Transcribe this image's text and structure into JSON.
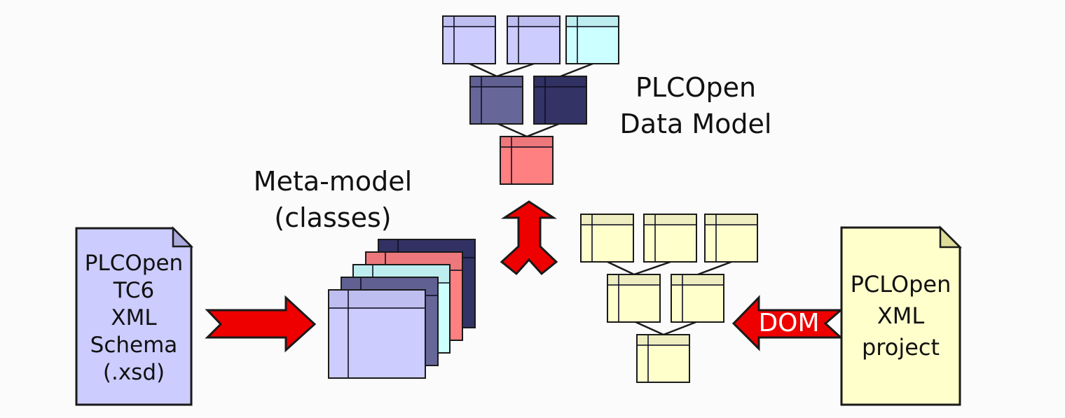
{
  "colors": {
    "lavender": "#ccccff",
    "purple": "#666699",
    "navy": "#333366",
    "salmon": "#ff8080",
    "cyan": "#ccffff",
    "yellow": "#ffffcc",
    "lavender_fold": "#aaaadd",
    "yellow_fold": "#dddd99",
    "arrow_red": "#ee0000",
    "outline": "#1a1a1a",
    "text": "#111111",
    "dom_label_text": "#ffffff",
    "background": "#fbfbfb"
  },
  "left_document": {
    "color_key": "lavender",
    "fold_color_key": "lavender_fold",
    "lines": [
      "PLCOpen",
      "TC6",
      "XML",
      "Schema",
      "(.xsd)"
    ]
  },
  "right_document": {
    "color_key": "yellow",
    "fold_color_key": "yellow_fold",
    "lines": [
      "PCLOpen",
      "XML",
      "project"
    ]
  },
  "labels": {
    "meta_model": {
      "line1": "Meta-model",
      "line2": "(classes)"
    },
    "data_model": {
      "line1": "PLCOpen",
      "line2": "Data Model"
    },
    "dom_arrow": "DOM"
  },
  "diagram": {
    "arrow_color_key": "arrow_red",
    "meta_stack_layers": [
      "navy",
      "salmon",
      "cyan",
      "purple",
      "lavender"
    ],
    "data_model_tree": {
      "top": [
        "lavender",
        "lavender",
        "cyan"
      ],
      "mid": [
        "purple",
        "navy"
      ],
      "root": "salmon",
      "edges": [
        [
          "top0",
          "mid0"
        ],
        [
          "top1",
          "mid0"
        ],
        [
          "top2",
          "mid1"
        ],
        [
          "mid0",
          "root"
        ],
        [
          "mid1",
          "root"
        ]
      ]
    },
    "dom_tree": {
      "top": [
        "yellow",
        "yellow",
        "yellow"
      ],
      "mid": [
        "yellow",
        "yellow"
      ],
      "root": "yellow",
      "edges": [
        [
          "top0",
          "mid0"
        ],
        [
          "top1",
          "mid0"
        ],
        [
          "top2",
          "mid1"
        ],
        [
          "mid0",
          "root"
        ],
        [
          "mid1",
          "root"
        ]
      ]
    }
  }
}
